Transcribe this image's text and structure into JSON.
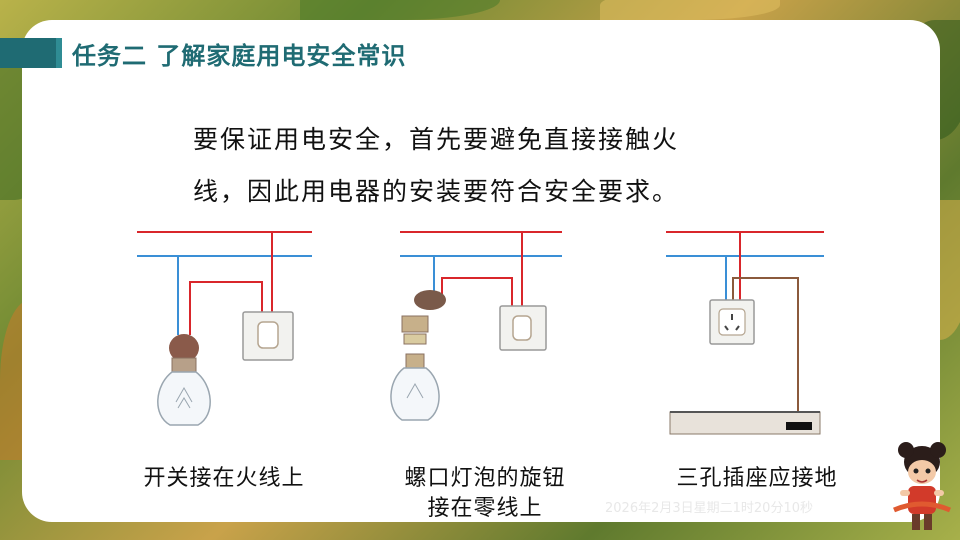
{
  "slide": {
    "title": "任务二 了解家庭用电安全常识",
    "paragraph": [
      "要保证用电安全，首先要避免直接接触火",
      "线，因此用电器的安装要符合安全要求。"
    ],
    "captions": [
      "开关接在火线上",
      "螺口灯泡的旋钮",
      "接在零线上",
      "三孔插座应接地"
    ],
    "timestamp": "2026年2月3日星期二1时20分10秒"
  },
  "colors": {
    "live_wire": "#d9262b",
    "neutral_wire": "#3a8fd6",
    "ground_wire": "#8b5a3c",
    "title": "#1f6b73"
  },
  "icons": [
    "light-bulb-icon",
    "wall-switch-icon",
    "screw-bulb-icon",
    "three-hole-socket-icon",
    "mascot-icon"
  ]
}
